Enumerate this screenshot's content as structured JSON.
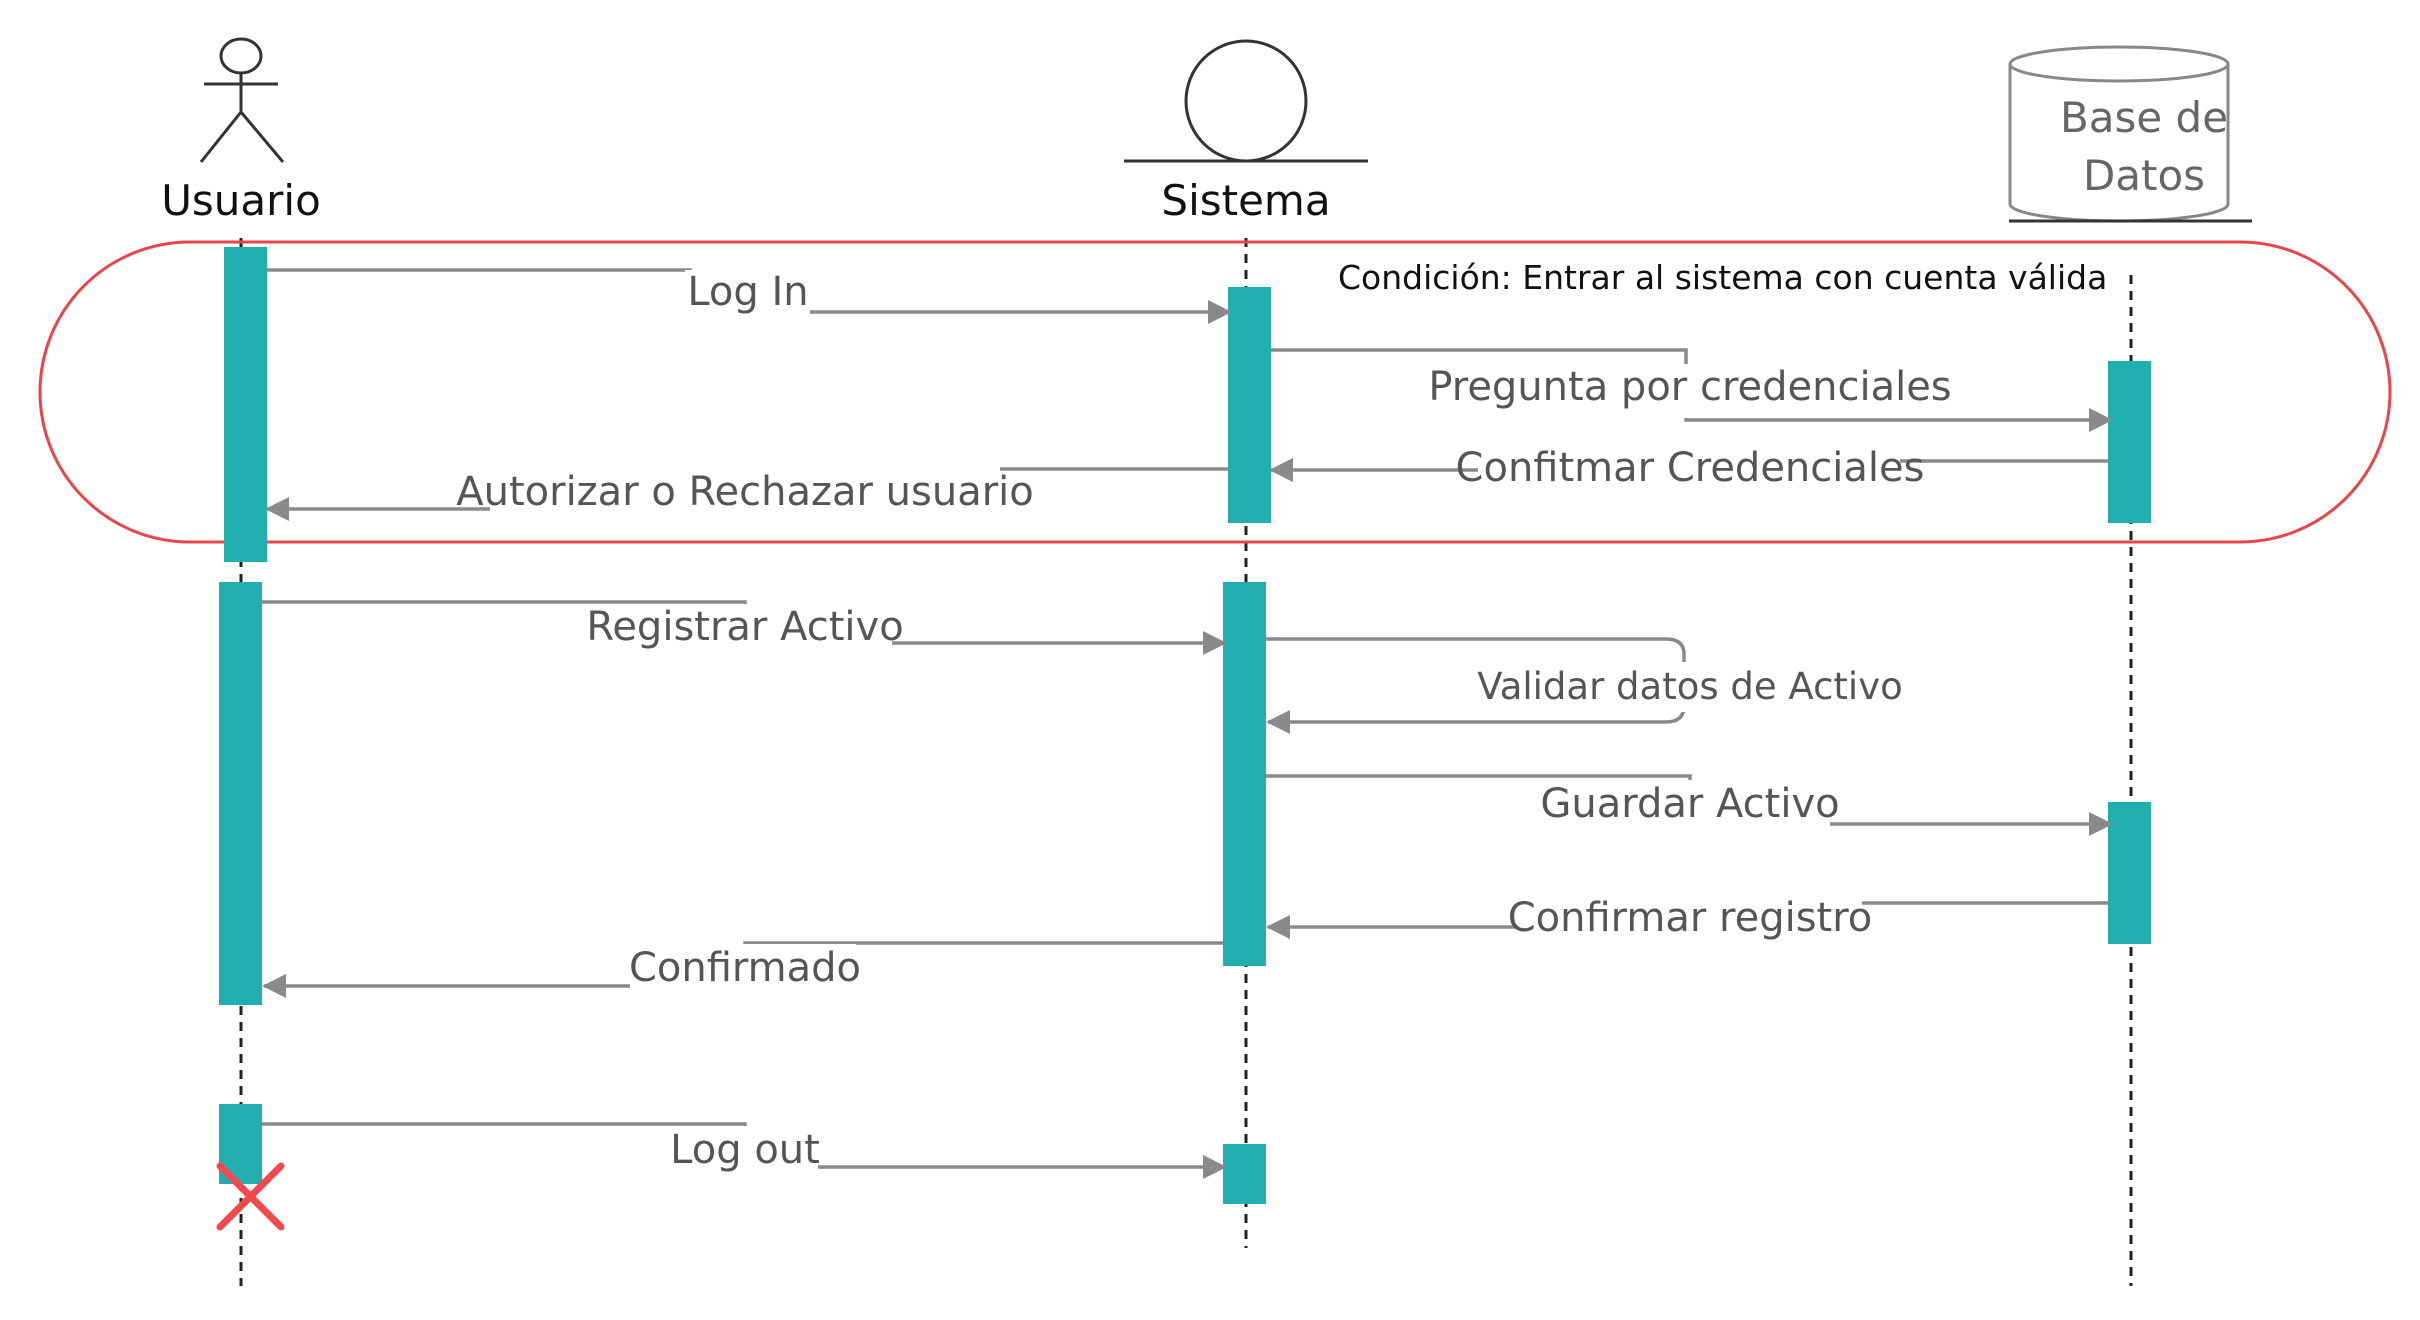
{
  "participants": {
    "user": {
      "label": "Usuario",
      "icon": "actor-stick-figure-icon"
    },
    "system": {
      "label": "Sistema",
      "icon": "control-circle-icon"
    },
    "database": {
      "label_line1": "Base de",
      "label_line2": "Datos",
      "icon": "database-cylinder-icon"
    }
  },
  "fragment": {
    "condition": "Condición: Entrar al sistema con cuenta válida",
    "border_color": "#E8454A"
  },
  "messages": {
    "login": "Log In",
    "ask_credentials": "Pregunta por credenciales",
    "confirm_credentials": "Confitmar Credenciales",
    "authorize": "Autorizar o Rechazar usuario",
    "register_asset": "Registrar Activo",
    "validate_asset": "Validar datos de Activo",
    "save_asset": "Guardar Activo",
    "confirm_record": "Confirmar registro",
    "confirmed": "Confirmado",
    "logout": "Log out"
  },
  "colors": {
    "activation": "#20AFAE",
    "destroy_marker": "#F04A4D",
    "arrow": "#8A8A8A"
  },
  "destroy_marker_icon": "x-destroy-icon"
}
